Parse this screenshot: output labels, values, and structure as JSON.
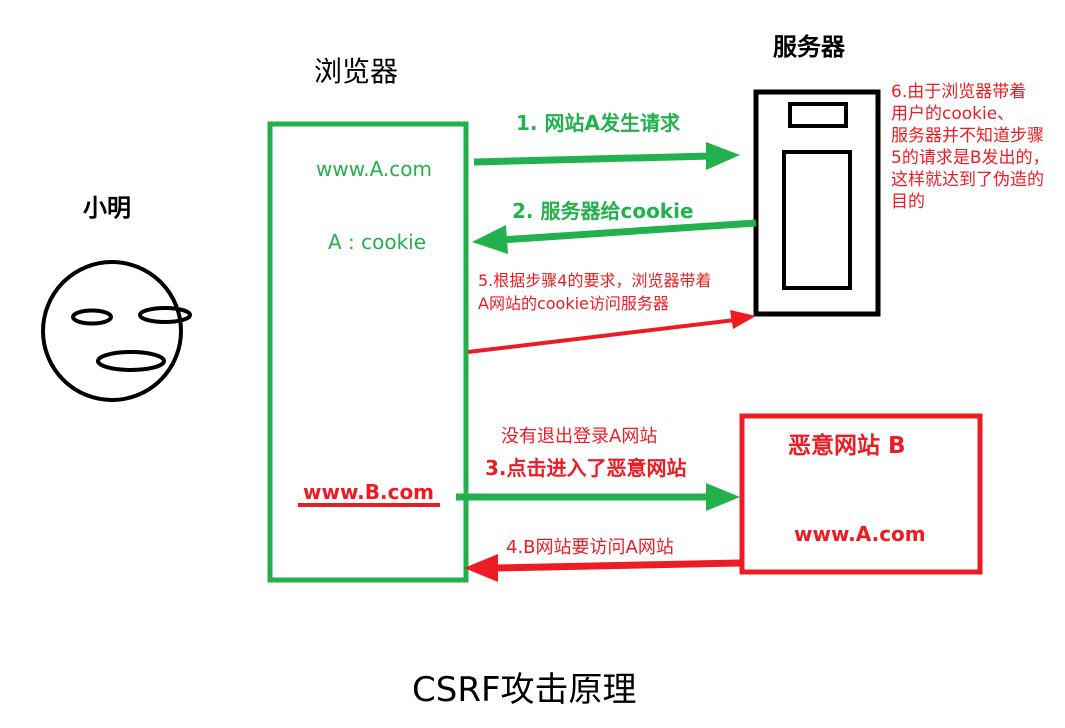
{
  "title": "CSRF攻击原理",
  "user": {
    "name": "小明"
  },
  "browser": {
    "label": "浏览器",
    "site_a": "www.A.com",
    "cookie": "A : cookie",
    "site_b": "www.B.com"
  },
  "server": {
    "label": "服务器"
  },
  "malicious_site": {
    "title": "恶意网站 B",
    "target": "www.A.com"
  },
  "steps": {
    "step1": "1. 网站A发生请求",
    "step2": "2. 服务器给cookie",
    "step3_pre": "没有退出登录A网站",
    "step3": "3.点击进入了恶意网站",
    "step4": "4.B网站要访问A网站",
    "step5_line1": "5.根据步骤4的要求，浏览器带着",
    "step5_line2": "A网站的cookie访问服务器",
    "step6_lines": [
      "6.由于浏览器带着",
      "用户的cookie、",
      "服务器并不知道步骤",
      "5的请求是B发出的，",
      "这样就达到了伪造的",
      "目的"
    ]
  },
  "colors": {
    "green": "#22b14c",
    "red": "#ed1c24",
    "black": "#000000"
  },
  "icons": {
    "user_face": "face-icon",
    "server": "server-tower-icon"
  }
}
